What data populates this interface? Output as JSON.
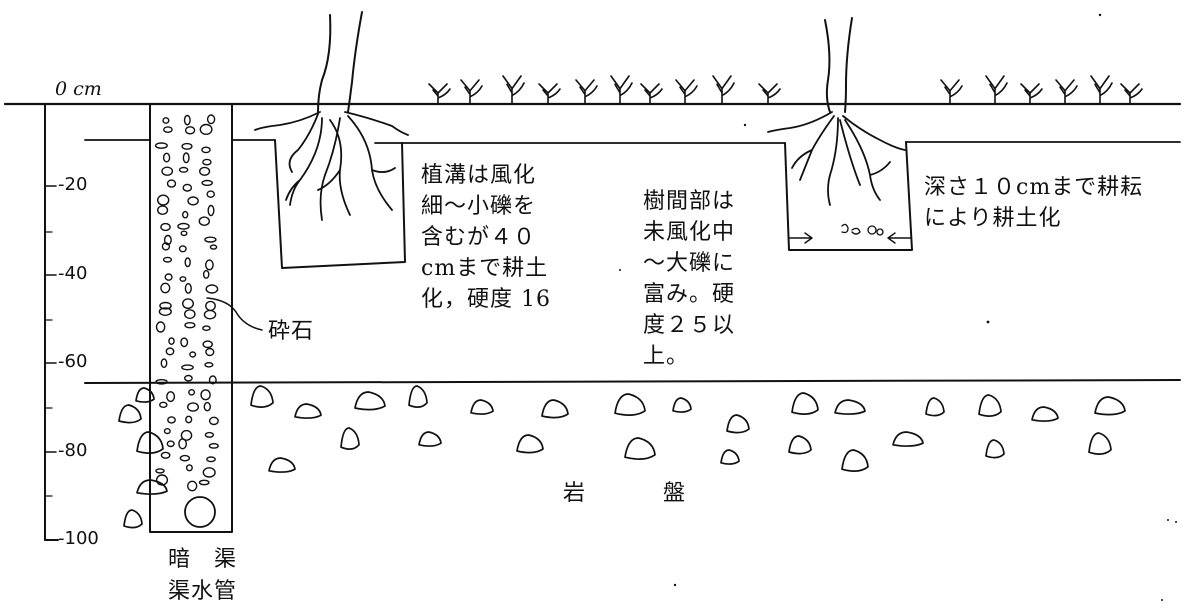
{
  "depth_axis": {
    "origin_label": "0 cm",
    "ticks": [
      "-20",
      "-40",
      "-60",
      "-80",
      "-100"
    ]
  },
  "annotations": {
    "left_trench": "植溝は風化\n細～小礫を\n含むが４０\ncmまで耕土\n化，硬度 16",
    "between_trees": "樹間部は\n未風化中\n～大礫に\n富み。硬\n度２５以\n上。",
    "right_trench": "深さ１０cmまで耕耘\nにより耕土化",
    "crushed_stone": "砕石",
    "bedrock": "岩　盤",
    "drain_pipe": "暗　渠\n渠水管"
  },
  "colors": {
    "ink": "#111111",
    "paper": "#ffffff"
  }
}
